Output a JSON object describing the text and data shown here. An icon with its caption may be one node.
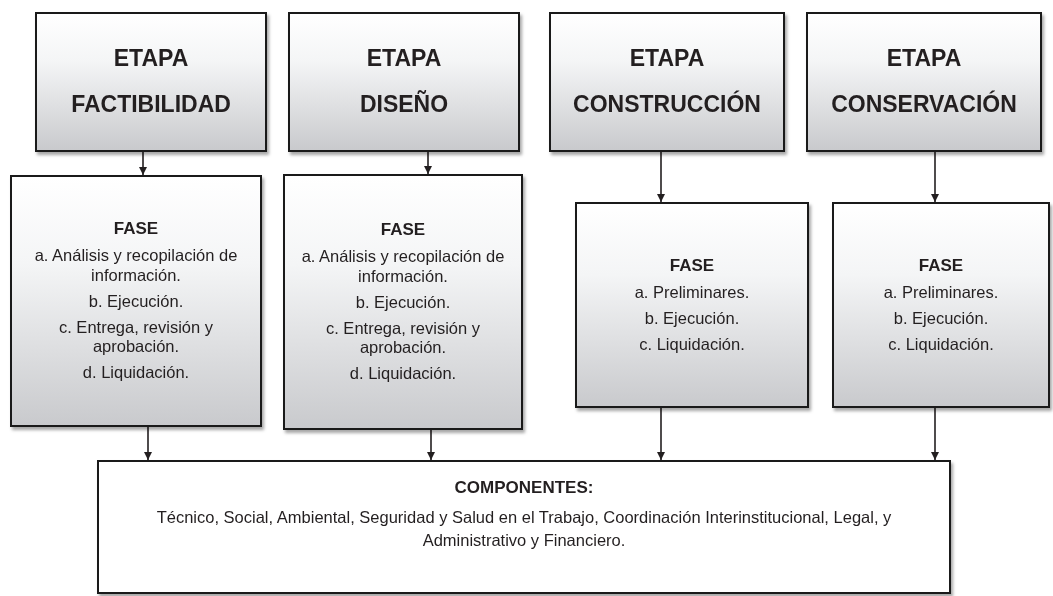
{
  "diagram": {
    "nodes": [
      {
        "text": [
          "ETAPA",
          "FACTIBILIDAD"
        ]
      },
      {
        "text": [
          "ETAPA",
          "DISEÑO"
        ]
      },
      {
        "text": [
          "ETAPA",
          "CONSTRUCCIÓN"
        ]
      },
      {
        "text": [
          "ETAPA",
          "CONSERVACIÓN"
        ]
      },
      {
        "text": [
          "FASE",
          "a. Análisis y recopilación de información.",
          "b. Ejecución.",
          "c. Entrega, revisión y aprobación.",
          "d. Liquidación."
        ]
      },
      {
        "text": [
          "FASE",
          "a. Análisis y recopilación de información.",
          "b. Ejecución.",
          "c. Entrega, revisión y aprobación.",
          "d. Liquidación."
        ]
      },
      {
        "text": [
          "FASE",
          "a. Preliminares.",
          "b. Ejecución.",
          "c. Liquidación."
        ]
      },
      {
        "text": [
          "FASE",
          "a. Preliminares.",
          "b. Ejecución.",
          "c. Liquidación."
        ]
      },
      {
        "text": [
          "COMPONENTES:",
          "Técnico, Social, Ambiental, Seguridad y Salud en el Trabajo, Coordinación Interinstitucional, Legal, y Administrativo y Financiero."
        ]
      }
    ],
    "edges": [
      {
        "from": 0,
        "to": 4,
        "arrow": "to"
      },
      {
        "from": 1,
        "to": 5,
        "arrow": "to"
      },
      {
        "from": 2,
        "to": 6,
        "arrow": "to"
      },
      {
        "from": 3,
        "to": 7,
        "arrow": "to"
      },
      {
        "from": 4,
        "to": 8,
        "arrow": "to"
      },
      {
        "from": 5,
        "to": 8,
        "arrow": "to"
      },
      {
        "from": 6,
        "to": 8,
        "arrow": "to"
      },
      {
        "from": 7,
        "to": 8,
        "arrow": "to"
      }
    ]
  }
}
